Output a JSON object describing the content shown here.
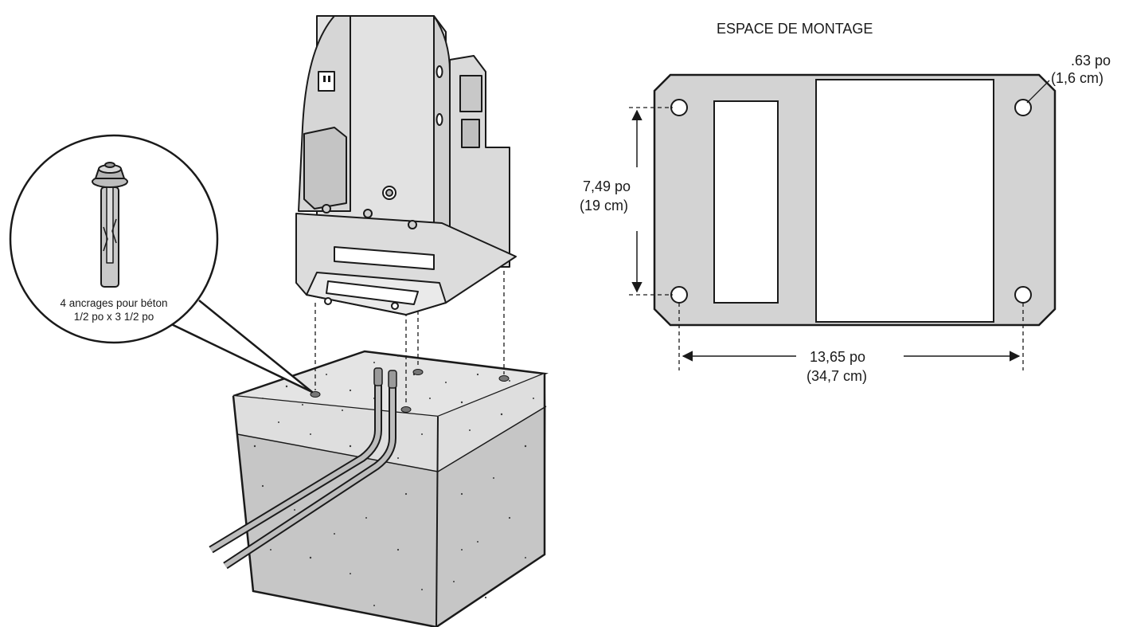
{
  "mounting": {
    "title": "ESPACE DE MONTAGE",
    "hole_size": {
      "imperial": ".63 po",
      "metric": "(1,6 cm)"
    },
    "vertical_spacing": {
      "imperial": "7,49 po",
      "metric": "(19 cm)"
    },
    "horizontal_spacing": {
      "imperial": "13,65 po",
      "metric": "(34,7 cm)"
    }
  },
  "anchor": {
    "line1": "4 ancrages pour béton",
    "line2": "1/2 po x 3 1/2 po"
  },
  "colors": {
    "outline": "#1a1a1a",
    "plate_fill": "#d3d3d3",
    "concrete_top": "#e4e4e4",
    "concrete_side": "#c6c6c6",
    "housing": "#d9d9d9"
  }
}
